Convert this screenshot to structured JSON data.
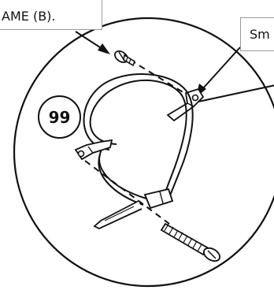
{
  "callouts": {
    "left_text": "AME (B).",
    "right_text": "Sm"
  },
  "step": {
    "number": "99"
  },
  "icons": [
    "wood-screw-icon",
    "cable-tie-icon",
    "mounting-bracket-icon"
  ],
  "colors": {
    "line": "#111111",
    "callout_border": "#9a9a9a",
    "background": "#ffffff"
  }
}
